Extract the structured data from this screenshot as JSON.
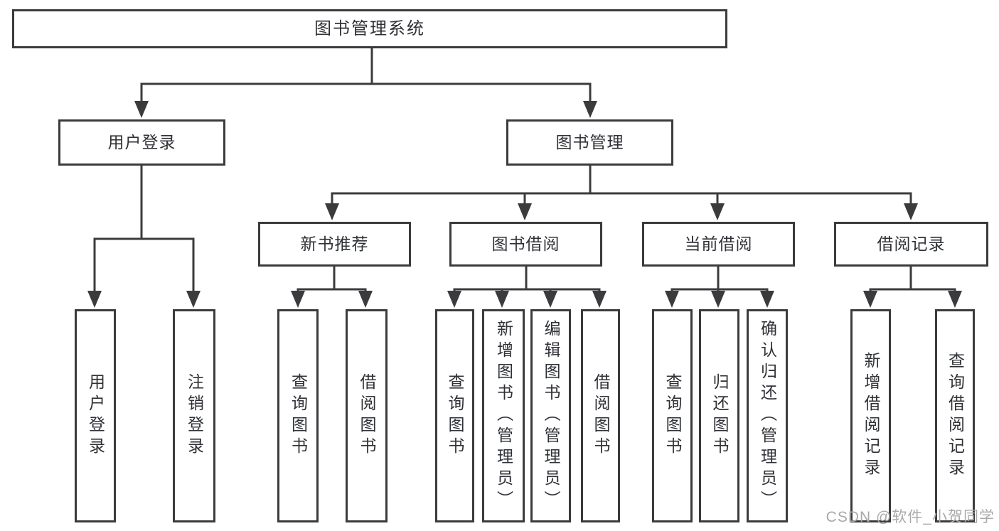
{
  "title": "图书管理系统",
  "level2": {
    "user_login": "用户登录",
    "book_mgmt": "图书管理"
  },
  "level3": {
    "new_books": "新书推荐",
    "borrowing": "图书借阅",
    "current": "当前借阅",
    "records": "借阅记录"
  },
  "leaves": {
    "login": "用户登录",
    "logout": "注销登录",
    "nb_query": "查询图书",
    "nb_borrow": "借阅图书",
    "bw_query": "查询图书",
    "bw_add": "新增图书（管理员）",
    "bw_edit": "编辑图书（管理员）",
    "bw_borrow": "借阅图书",
    "cur_query": "查询图书",
    "cur_return": "归还图书",
    "cur_confirm": "确认归还（管理员）",
    "rec_add": "新增借阅记录",
    "rec_query": "查询借阅记录"
  },
  "watermark": "CSDN @软件_小贺同学",
  "colors": {
    "line": "#3b3b3d",
    "text": "#2f3136",
    "watermark": "#a9a9a9",
    "background": "#ffffff"
  }
}
